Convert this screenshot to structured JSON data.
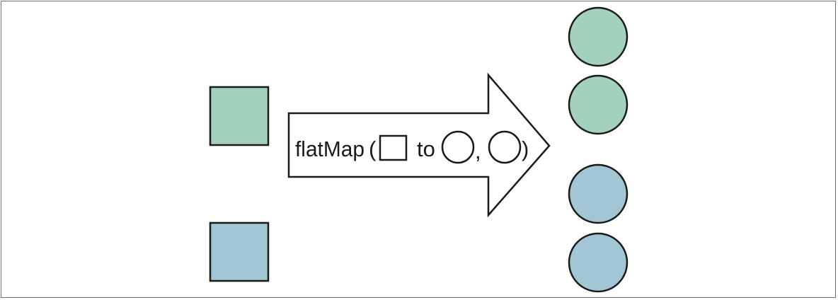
{
  "diagram": {
    "operation": "flatMap",
    "open_paren": "(",
    "to_word": "to",
    "comma": ",",
    "close_paren": ")"
  },
  "colors": {
    "green_fill": "#a3d2bc",
    "blue_fill": "#a3c6d5",
    "stroke": "#1a1a1a",
    "arrow_fill": "#ffffff"
  },
  "inputs": [
    {
      "shape": "square",
      "color": "green"
    },
    {
      "shape": "square",
      "color": "blue"
    }
  ],
  "outputs": [
    {
      "shape": "circle",
      "color": "green"
    },
    {
      "shape": "circle",
      "color": "green"
    },
    {
      "shape": "circle",
      "color": "blue"
    },
    {
      "shape": "circle",
      "color": "blue"
    }
  ]
}
